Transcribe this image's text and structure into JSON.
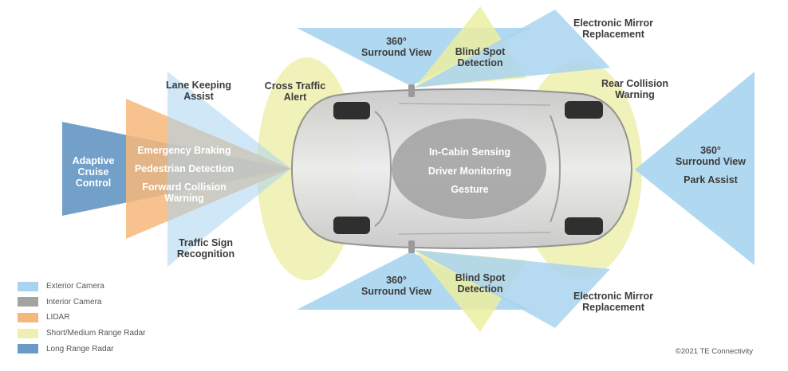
{
  "colors": {
    "exterior_camera": "#a9d4f0",
    "interior_camera": "#a3a3a3",
    "lidar": "#f6b77a",
    "short_medium_radar": "#f0efb3",
    "long_range_radar": "#6a9bc6"
  },
  "labels": {
    "adaptive_cruise": [
      "Adaptive",
      "Cruise",
      "Control"
    ],
    "emergency_braking": "Emergency Braking",
    "pedestrian_detection": "Pedestrian Detection",
    "forward_collision": [
      "Forward Collision",
      "Warning"
    ],
    "lane_keeping": [
      "Lane Keeping",
      "Assist"
    ],
    "traffic_sign": [
      "Traffic Sign",
      "Recognition"
    ],
    "cross_traffic": [
      "Cross Traffic",
      "Alert"
    ],
    "surround_top": [
      "360°",
      "Surround View"
    ],
    "blind_spot_top": [
      "Blind Spot",
      "Detection"
    ],
    "mirror_top": [
      "Electronic Mirror",
      "Replacement"
    ],
    "rear_collision": [
      "Rear Collision",
      "Warning"
    ],
    "surround_right": [
      "360°",
      "Surround View"
    ],
    "park_assist": "Park Assist",
    "in_cabin": "In-Cabin Sensing",
    "driver_monitoring": "Driver Monitoring",
    "gesture": "Gesture",
    "surround_bottom": [
      "360°",
      "Surround View"
    ],
    "blind_spot_bottom": [
      "Blind Spot",
      "Detection"
    ],
    "mirror_bottom": [
      "Electronic Mirror",
      "Replacement"
    ]
  },
  "legend": [
    {
      "label": "Exterior Camera",
      "color": "#a9d4f0"
    },
    {
      "label": "Interior Camera",
      "color": "#a3a3a3"
    },
    {
      "label": "LIDAR",
      "color": "#f6b77a"
    },
    {
      "label": "Short/Medium Range Radar",
      "color": "#f0efb3"
    },
    {
      "label": "Long Range Radar",
      "color": "#6a9bc6"
    }
  ],
  "copyright": "©2021 TE Connectivity"
}
